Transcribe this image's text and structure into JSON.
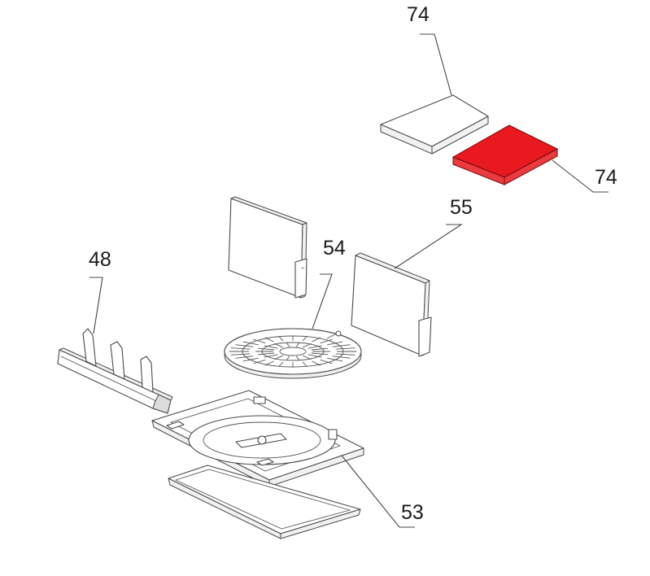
{
  "labels": {
    "plate_top": "74",
    "plate_highlighted": "74",
    "side_panel": "55",
    "round_grate": "54",
    "front_rail": "48",
    "base_frame": "53"
  },
  "colors": {
    "highlight": "#e8191f",
    "line": "#4a4a4a",
    "text": "#1a1a1a",
    "background": "#ffffff"
  }
}
